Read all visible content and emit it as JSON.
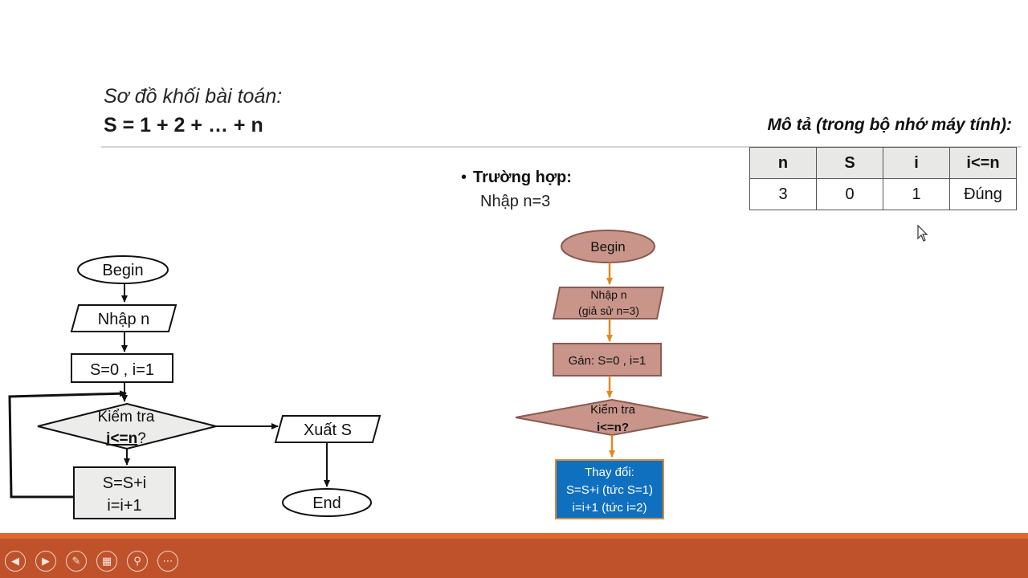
{
  "header": {
    "title_line1": "Sơ đồ khối bài toán:",
    "title_line2": "S = 1 + 2 + … + n",
    "memory_title": "Mô tả (trong bộ nhớ máy tính):"
  },
  "case": {
    "bullet": "•",
    "title": "Trường hợp:",
    "input": "Nhập n=3"
  },
  "memory_table": {
    "headers": [
      "n",
      "S",
      "i",
      "i<=n"
    ],
    "values": [
      "3",
      "0",
      "1",
      "Đúng"
    ]
  },
  "flow_left": {
    "begin": "Begin",
    "input": "Nhập n",
    "init": "S=0 , i=1",
    "check_line1": "Kiểm tra",
    "check_line2": "i<=n",
    "check_q": "?",
    "update_line1": "S=S+i",
    "update_line2": "i=i+1",
    "output": "Xuất S",
    "end": "End"
  },
  "flow_right": {
    "begin": "Begin",
    "input_line1": "Nhập n",
    "input_line2": "(giả sử n=3)",
    "init": "Gán: S=0 , i=1",
    "check_line1": "Kiểm tra",
    "check_line2": "i<=n?",
    "update_line1": "Thay đổi:",
    "update_line2": "S=S+i (tức S=1)",
    "update_line3": "i=i+1  (tức i=2)"
  },
  "colors": {
    "accent_bar": "#bf522a",
    "flow_fill": "#c9958a",
    "flow_stroke": "#8a5a50",
    "arrow_orange": "#e08a1e",
    "highlight_box": "#1070c0",
    "gray_fill": "#ececea"
  },
  "controls": [
    "prev-icon",
    "next-icon",
    "pen-icon",
    "slides-icon",
    "zoom-icon",
    "more-icon"
  ]
}
